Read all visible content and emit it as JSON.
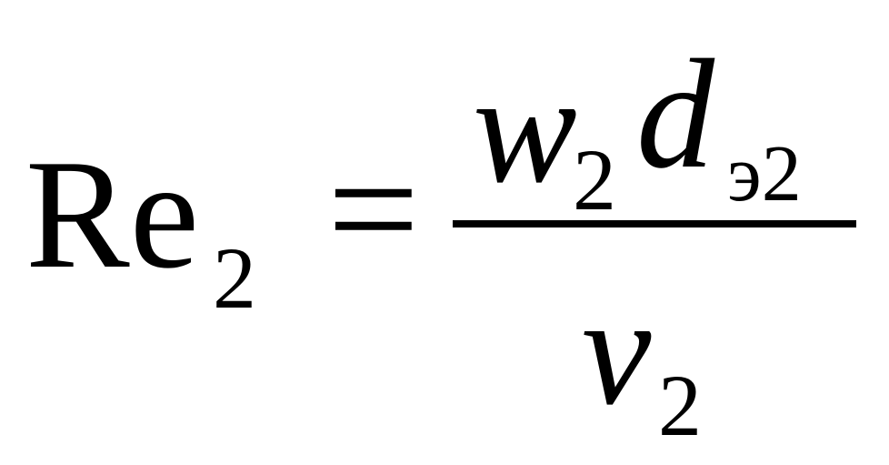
{
  "formula": {
    "lhs": {
      "symbol": "Re",
      "subscript": "2"
    },
    "equals": "=",
    "numerator": [
      {
        "symbol": "w",
        "subscript": "2"
      },
      {
        "symbol": "d",
        "subscript": "э2"
      }
    ],
    "denominator": {
      "symbol": "v",
      "subscript": "2"
    }
  }
}
